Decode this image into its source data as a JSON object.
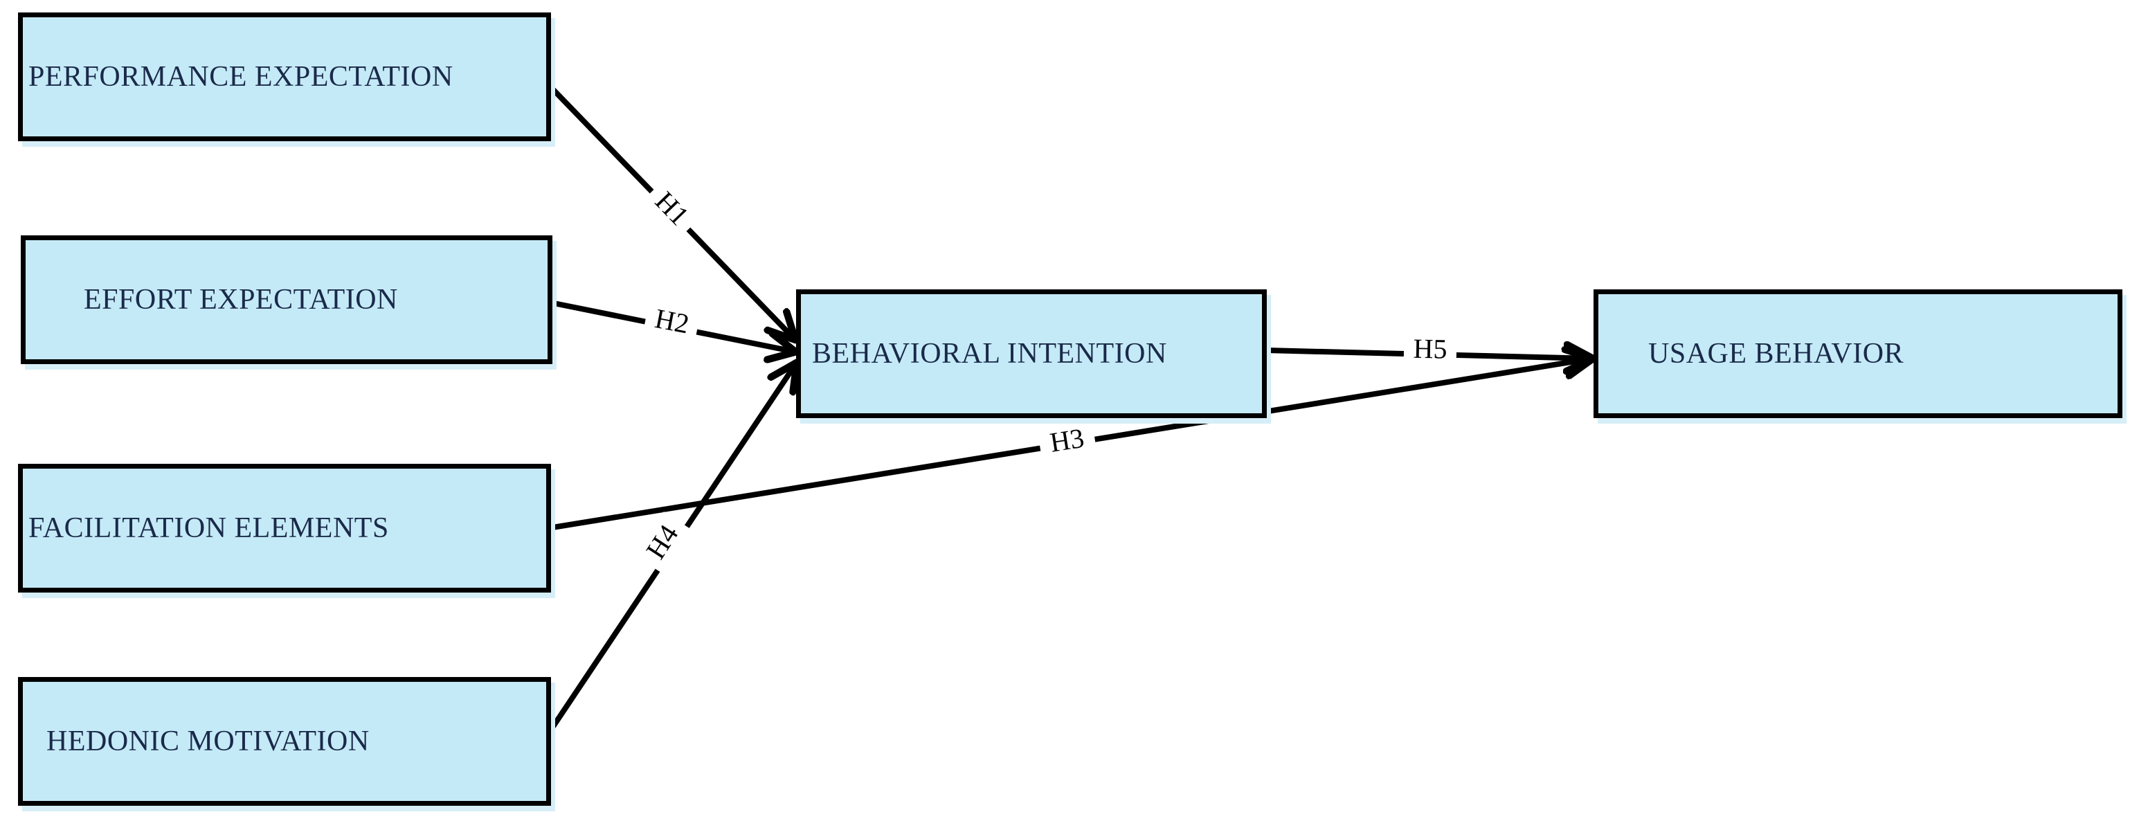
{
  "colors": {
    "box_fill": "#c5eaf7",
    "border": "#000000",
    "text": "#1a2a4a"
  },
  "nodes": {
    "performance": "PERFORMANCE EXPECTATION",
    "effort": "EFFORT EXPECTATION",
    "facilitation": "FACILITATION ELEMENTS",
    "hedonic": "HEDONIC MOTIVATION",
    "intention": "BEHAVIORAL INTENTION",
    "usage": "USAGE BEHAVIOR"
  },
  "edges": [
    {
      "from": "performance",
      "to": "intention",
      "label": "H1"
    },
    {
      "from": "effort",
      "to": "intention",
      "label": "H2"
    },
    {
      "from": "facilitation",
      "to": "usage",
      "label": "H3"
    },
    {
      "from": "hedonic",
      "to": "intention",
      "label": "H4"
    },
    {
      "from": "intention",
      "to": "usage",
      "label": "H5"
    }
  ]
}
